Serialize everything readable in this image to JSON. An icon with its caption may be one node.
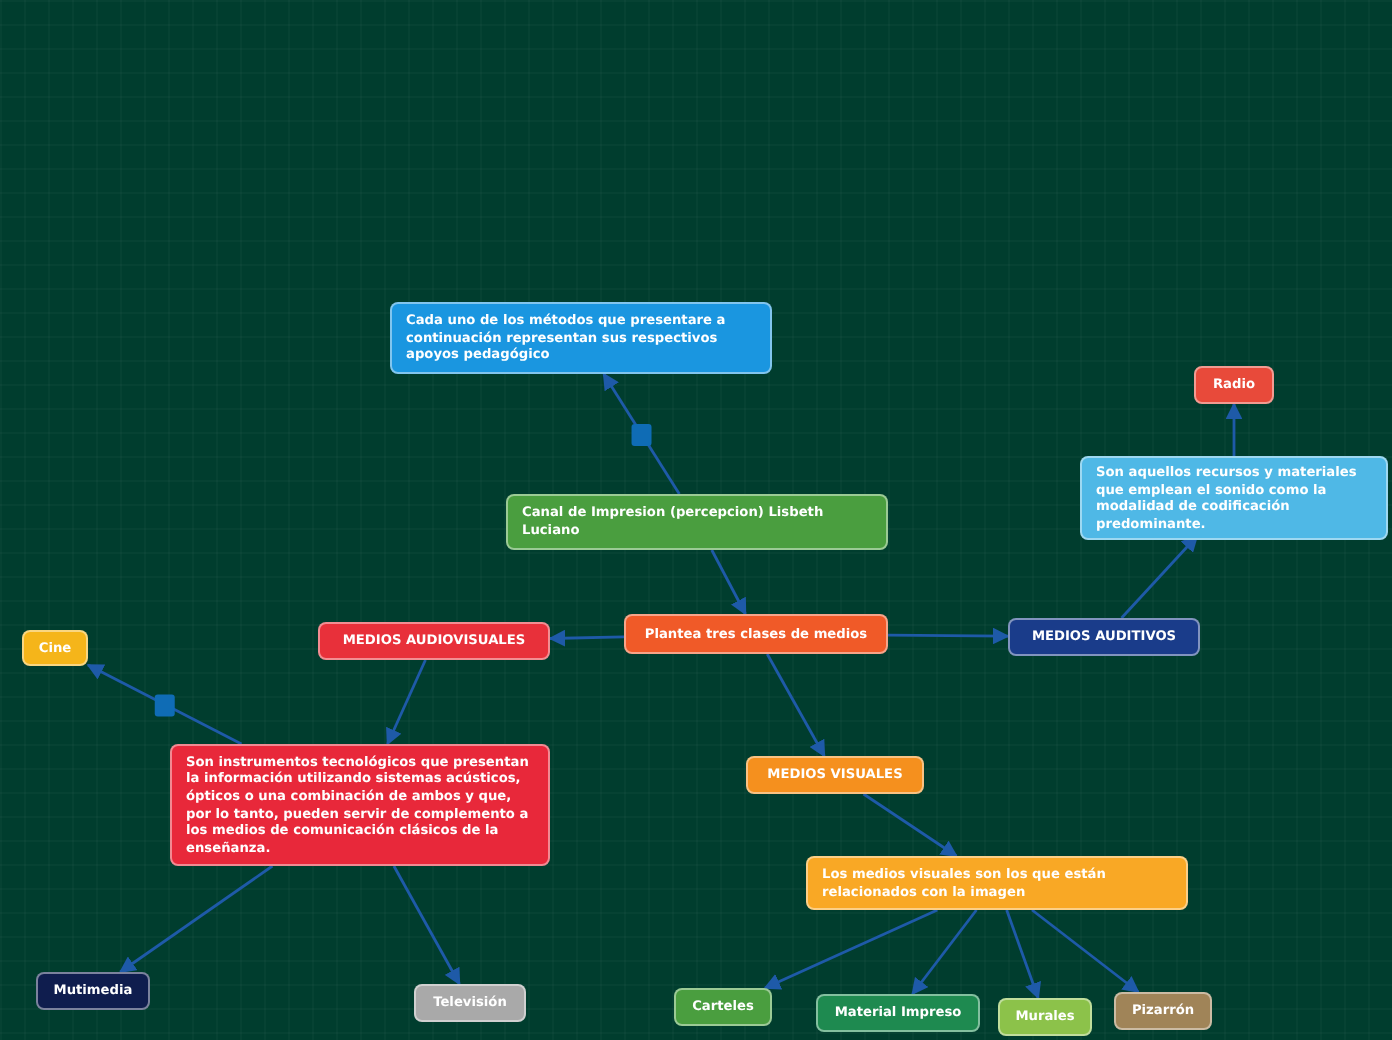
{
  "diagram": {
    "nodes": [
      {
        "text": [
          "Canal de Impresion (percepcion) Lisbeth Luciano"
        ]
      },
      {
        "text": [
          "Cada uno de los métodos que presentare a continuación representan sus respectivos apoyos pedagógico"
        ]
      },
      {
        "text": [
          "Plantea tres clases de medios"
        ]
      },
      {
        "text": [
          "MEDIOS AUDIOVISUALES"
        ]
      },
      {
        "text": [
          "MEDIOS AUDITIVOS"
        ]
      },
      {
        "text": [
          "MEDIOS VISUALES"
        ]
      },
      {
        "text": [
          "Son instrumentos tecnológicos que presentan la información utilizando sistemas acústicos, ópticos o una combinación de ambos y que, por lo tanto, pueden servir de complemento a los medios de comunicación clásicos de la enseñanza."
        ]
      },
      {
        "text": [
          "Cine"
        ]
      },
      {
        "text": [
          "Mutimedia"
        ]
      },
      {
        "text": [
          "Televisión"
        ]
      },
      {
        "text": [
          "Son aquellos recursos y materiales que emplean el sonido como la modalidad de codificación predominante."
        ]
      },
      {
        "text": [
          "Radio"
        ]
      },
      {
        "text": [
          "Los medios visuales son los que están relacionados con la imagen"
        ]
      },
      {
        "text": [
          "Carteles"
        ]
      },
      {
        "text": [
          "Material Impreso"
        ]
      },
      {
        "text": [
          "Murales"
        ]
      },
      {
        "text": [
          "Pizarrón"
        ]
      }
    ],
    "edges": [
      {
        "from": 0,
        "to": 1,
        "arrow": "to"
      },
      {
        "from": 0,
        "to": 2,
        "arrow": "to"
      },
      {
        "from": 2,
        "to": 3,
        "arrow": "to"
      },
      {
        "from": 2,
        "to": 4,
        "arrow": "to"
      },
      {
        "from": 2,
        "to": 5,
        "arrow": "to"
      },
      {
        "from": 3,
        "to": 6,
        "arrow": "to"
      },
      {
        "from": 6,
        "to": 7,
        "arrow": "to"
      },
      {
        "from": 6,
        "to": 8,
        "arrow": "to"
      },
      {
        "from": 6,
        "to": 9,
        "arrow": "to"
      },
      {
        "from": 4,
        "to": 10,
        "arrow": "to"
      },
      {
        "from": 10,
        "to": 11,
        "arrow": "to"
      },
      {
        "from": 5,
        "to": 12,
        "arrow": "to"
      },
      {
        "from": 12,
        "to": 13,
        "arrow": "to"
      },
      {
        "from": 12,
        "to": 14,
        "arrow": "to"
      },
      {
        "from": 12,
        "to": 15,
        "arrow": "to"
      },
      {
        "from": 12,
        "to": 16,
        "arrow": "to"
      }
    ]
  }
}
